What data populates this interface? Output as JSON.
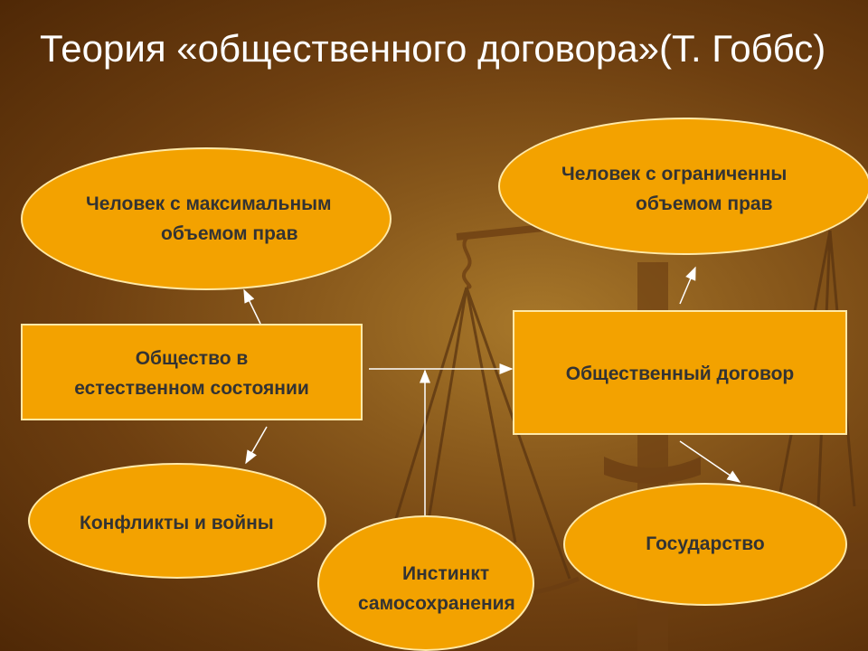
{
  "title": "Теория «общественного договора»(Т. Гоббс)",
  "nodes": {
    "max_rights": {
      "line1": "Человек с максимальным",
      "line2": "объемом прав"
    },
    "limited_rights": {
      "line1": "Человек с ограниченны",
      "line2": "объемом прав"
    },
    "natural_state": {
      "line1": "Общество в",
      "line2": "естественном состоянии"
    },
    "social_contract": {
      "line1": "Общественный договор"
    },
    "conflicts": {
      "line1": "Конфликты и войны"
    },
    "instinct": {
      "line1": "Инстинкт",
      "line2": "самосохранения"
    },
    "state": {
      "line1": "Государство"
    }
  },
  "colors": {
    "node_fill": "#f3a200",
    "node_border": "#ffe9a8",
    "node_text": "#333333",
    "title_text": "#ffffff",
    "background": "#8a5a1c"
  },
  "decoration": "scales-of-justice"
}
